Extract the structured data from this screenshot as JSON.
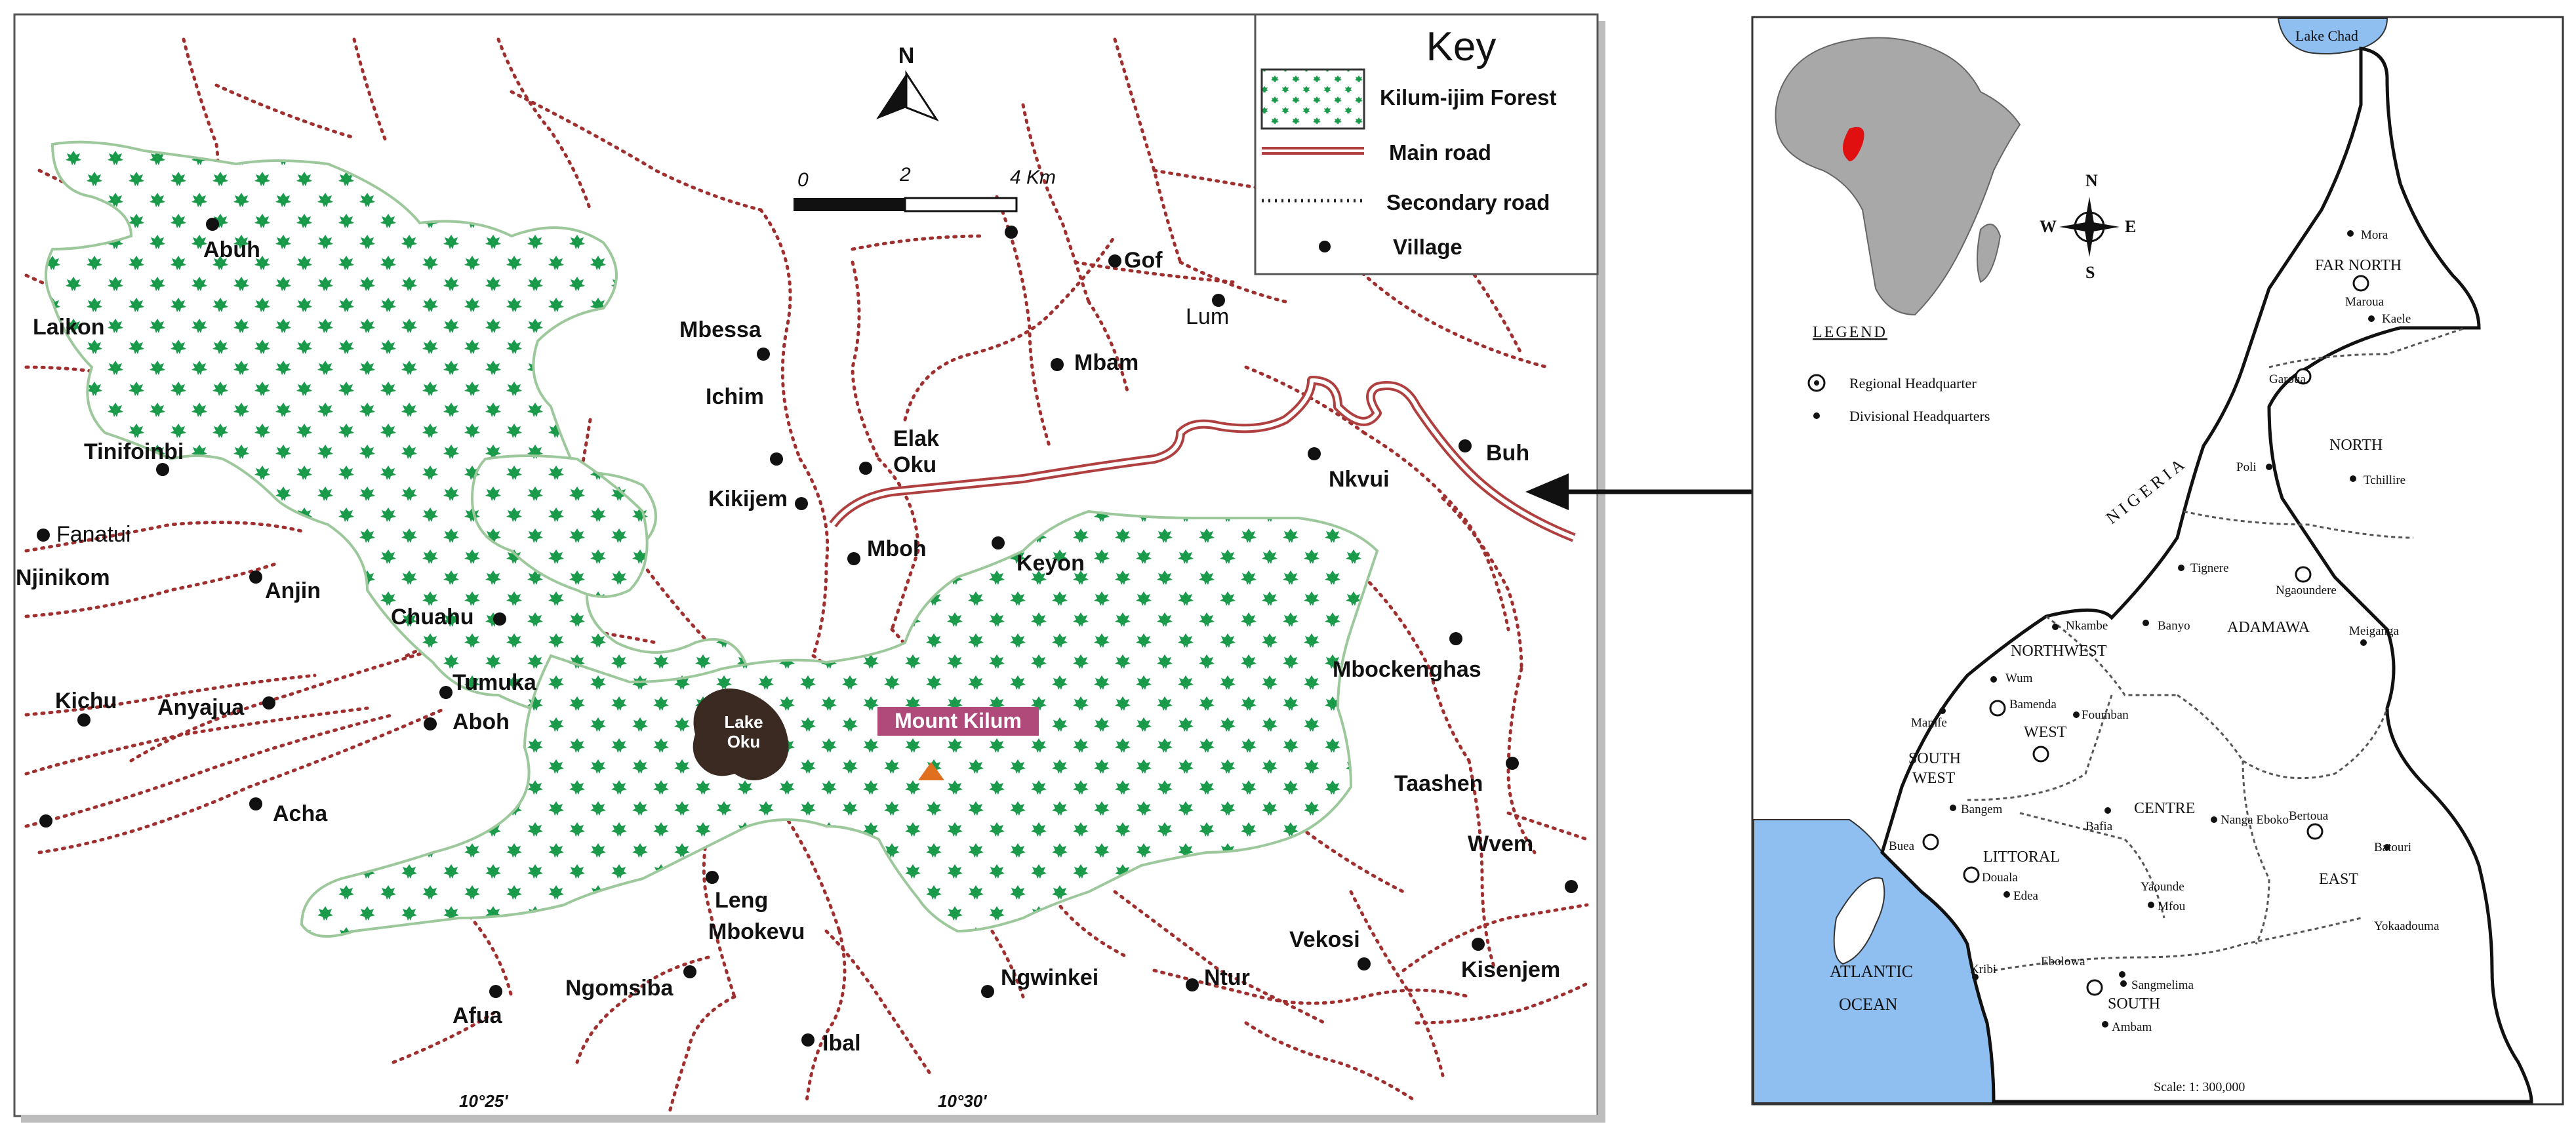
{
  "key": {
    "title": "Key",
    "items": [
      {
        "label": "Kilum-ijim Forest",
        "icon": "forest-pattern-icon"
      },
      {
        "label": "Main road",
        "icon": "main-road-line-icon"
      },
      {
        "label": "Secondary road",
        "icon": "secondary-road-dotted-icon"
      },
      {
        "label": "Village",
        "icon": "village-dot-icon"
      }
    ]
  },
  "north_arrow": "N",
  "scale_bar": {
    "labels": [
      "0",
      "2",
      "4 Km"
    ]
  },
  "villages": [
    "Abuh",
    "Laikon",
    "Tinifoinbi",
    "Fanatui",
    "Njinikom",
    "Anjin",
    "Chuahu",
    "Tumuka",
    "Aboh",
    "Kichu",
    "Anyajua",
    "Acha",
    "Afua",
    "Ngomsiba",
    "Leng",
    "Mbokevu",
    "Ibal",
    "Ngwinkei",
    "Ntur",
    "Vekosi",
    "Kisenjem",
    "Wvem",
    "Taashen",
    "Mbockenghas",
    "Nkvui",
    "Buh",
    "Gof",
    "Lum",
    "Mbam",
    "Mbessa",
    "Ichim",
    "Elak",
    "Oku",
    "Kikijem",
    "Mboh",
    "Keyon"
  ],
  "features": {
    "lake": [
      "Lake",
      "Oku"
    ],
    "mountain": "Mount Kilum"
  },
  "longitudes": [
    "10°25'",
    "10°30'"
  ],
  "cameroon": {
    "lake_chad": "Lake Chad",
    "nigeria": "NIGERIA",
    "ocean": [
      "ATLANTIC",
      "OCEAN"
    ],
    "legend_title": "LEGEND",
    "legend": [
      "Regional Headquarter",
      "Divisional Headquarters"
    ],
    "compass": [
      "N",
      "S",
      "W",
      "E"
    ],
    "regions": [
      "FAR NORTH",
      "NORTH",
      "ADAMAWA",
      "NORTHWEST",
      "WEST",
      "SOUTH",
      "WEST",
      "LITTORAL",
      "CENTRE",
      "EAST",
      "SOUTH"
    ],
    "towns": [
      "Mora",
      "Maroua",
      "Kaele",
      "Garoua",
      "Poli",
      "Tchillire",
      "Tignere",
      "Ngaoundere",
      "Meiganga",
      "Banyo",
      "Nkambe",
      "Wum",
      "Bamenda",
      "Foumban",
      "Mamfe",
      "Bangem",
      "Buea",
      "Douala",
      "Edea",
      "Bafia",
      "Nanga Eboko",
      "Bertoua",
      "Batouri",
      "Yaounde",
      "Mfou",
      "Kribi",
      "Ebolowa",
      "Sangmelima",
      "Ambam",
      "Yokaadouma"
    ],
    "scale": "Scale: 1: 300,000"
  },
  "colors": {
    "forest": "#1a9a4a",
    "road_main": "#b04040",
    "road_secondary": "#a03030",
    "cameroon_marker": "#e01010",
    "water": "#8fbff0",
    "africa": "#a8a8a8"
  }
}
